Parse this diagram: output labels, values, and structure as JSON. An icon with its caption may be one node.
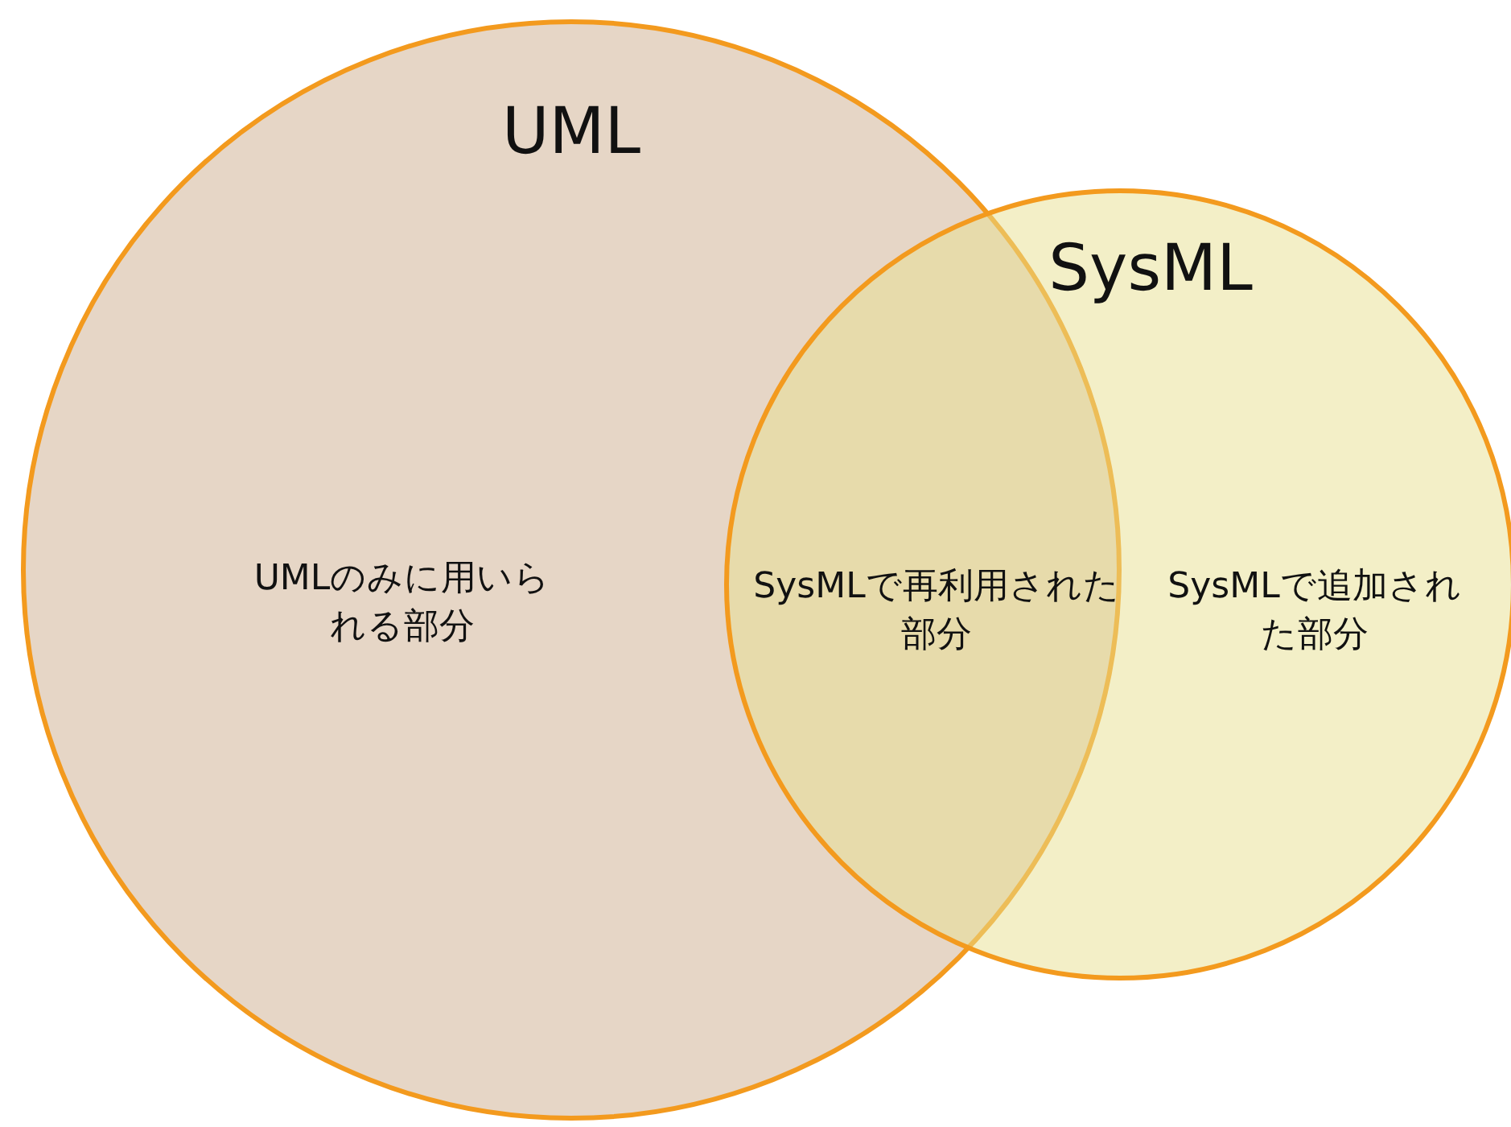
{
  "diagram": {
    "nodes": [
      {
        "text": [
          "UML",
          "UMLのみに用いられる部分"
        ]
      },
      {
        "text": [
          "SysML",
          "SysMLで追加された部分"
        ]
      }
    ],
    "labels": [
      "SysMLで再利用された部分"
    ]
  }
}
